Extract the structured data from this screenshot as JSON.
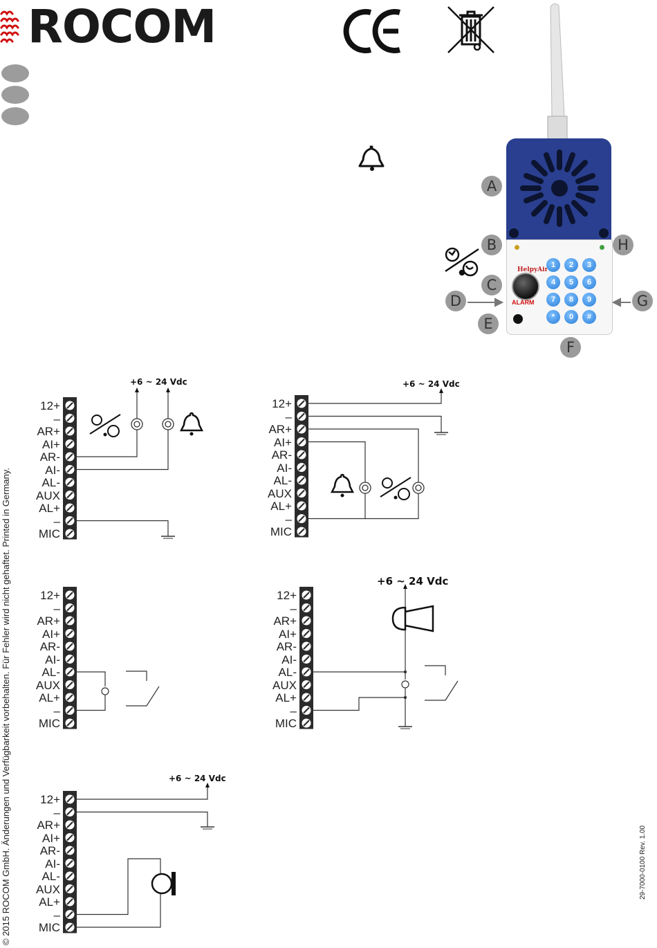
{
  "brand": {
    "name": "ROCOM"
  },
  "device": {
    "screen_label": "HelpyAir",
    "alarm_label": "ALARM",
    "keys": [
      "1",
      "2",
      "3",
      "4",
      "5",
      "6",
      "7",
      "8",
      "9",
      "*",
      "0",
      "#"
    ],
    "callouts": [
      "A",
      "B",
      "C",
      "D",
      "E",
      "F",
      "G",
      "H"
    ]
  },
  "terminals": {
    "full": [
      "12+",
      "–",
      "AR+",
      "AI+",
      "AR-",
      "AI-",
      "AL-",
      "AUX",
      "AL+",
      "–",
      "MIC"
    ]
  },
  "supply_label": "+6 ~ 24 Vdc",
  "footer": {
    "copyright": "© 2015 ROCOM GmbH. Änderungen und Verfügbarkeit vorbehalten. Für Fehler wird nicht gehaftet. Printed in Germany.",
    "docnum": "29-7000-0100 Rev. 1.00"
  },
  "colors": {
    "device_blue": "#2a3f8f",
    "key_blue": "#3b8fe0",
    "callout_gray": "#9a9a9a",
    "alarm_red": "#d01010"
  }
}
